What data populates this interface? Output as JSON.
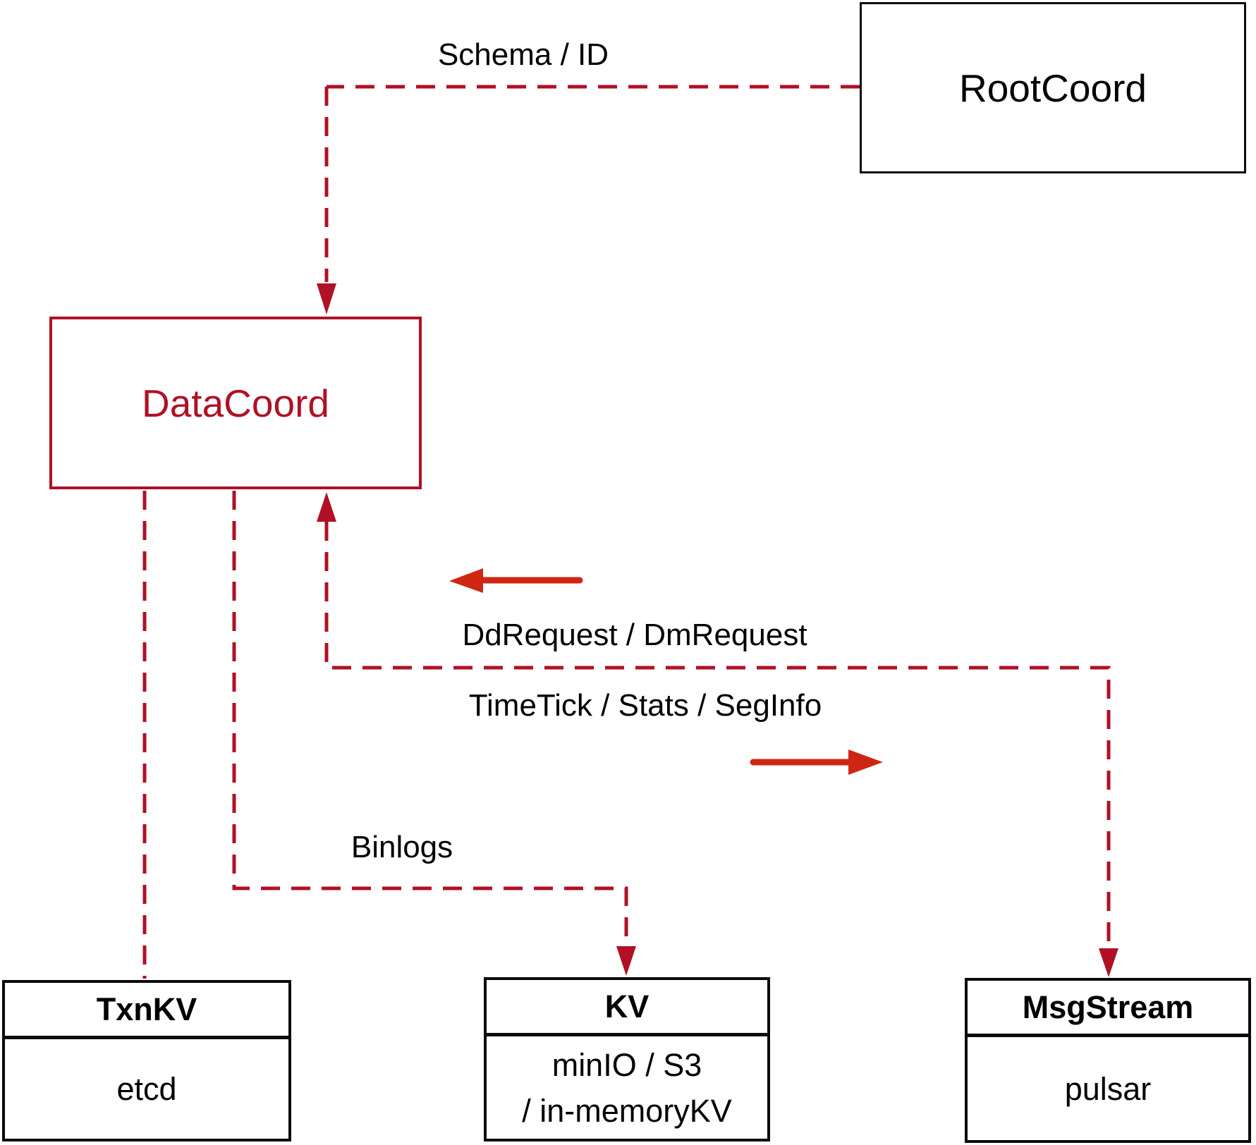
{
  "diagram": {
    "colors": {
      "crimson_dashed": "#b01126",
      "solid_arrow_red": "#cf2614",
      "box_border_black": "#0a0a0a",
      "background": "#ffffff"
    },
    "nodes": {
      "rootcoord": {
        "label": "RootCoord"
      },
      "datacoord": {
        "label": "DataCoord"
      },
      "txnkv": {
        "title": "TxnKV",
        "body": "etcd"
      },
      "kv": {
        "title": "KV",
        "body_line1": "minIO / S3",
        "body_line2": "/ in-memoryKV"
      },
      "msgstream": {
        "title": "MsgStream",
        "body": "pulsar"
      }
    },
    "edge_labels": {
      "schema_id": "Schema / ID",
      "dd_request": "DdRequest / DmRequest",
      "timetick": "TimeTick / Stats / SegInfo",
      "binlogs": "Binlogs"
    }
  }
}
